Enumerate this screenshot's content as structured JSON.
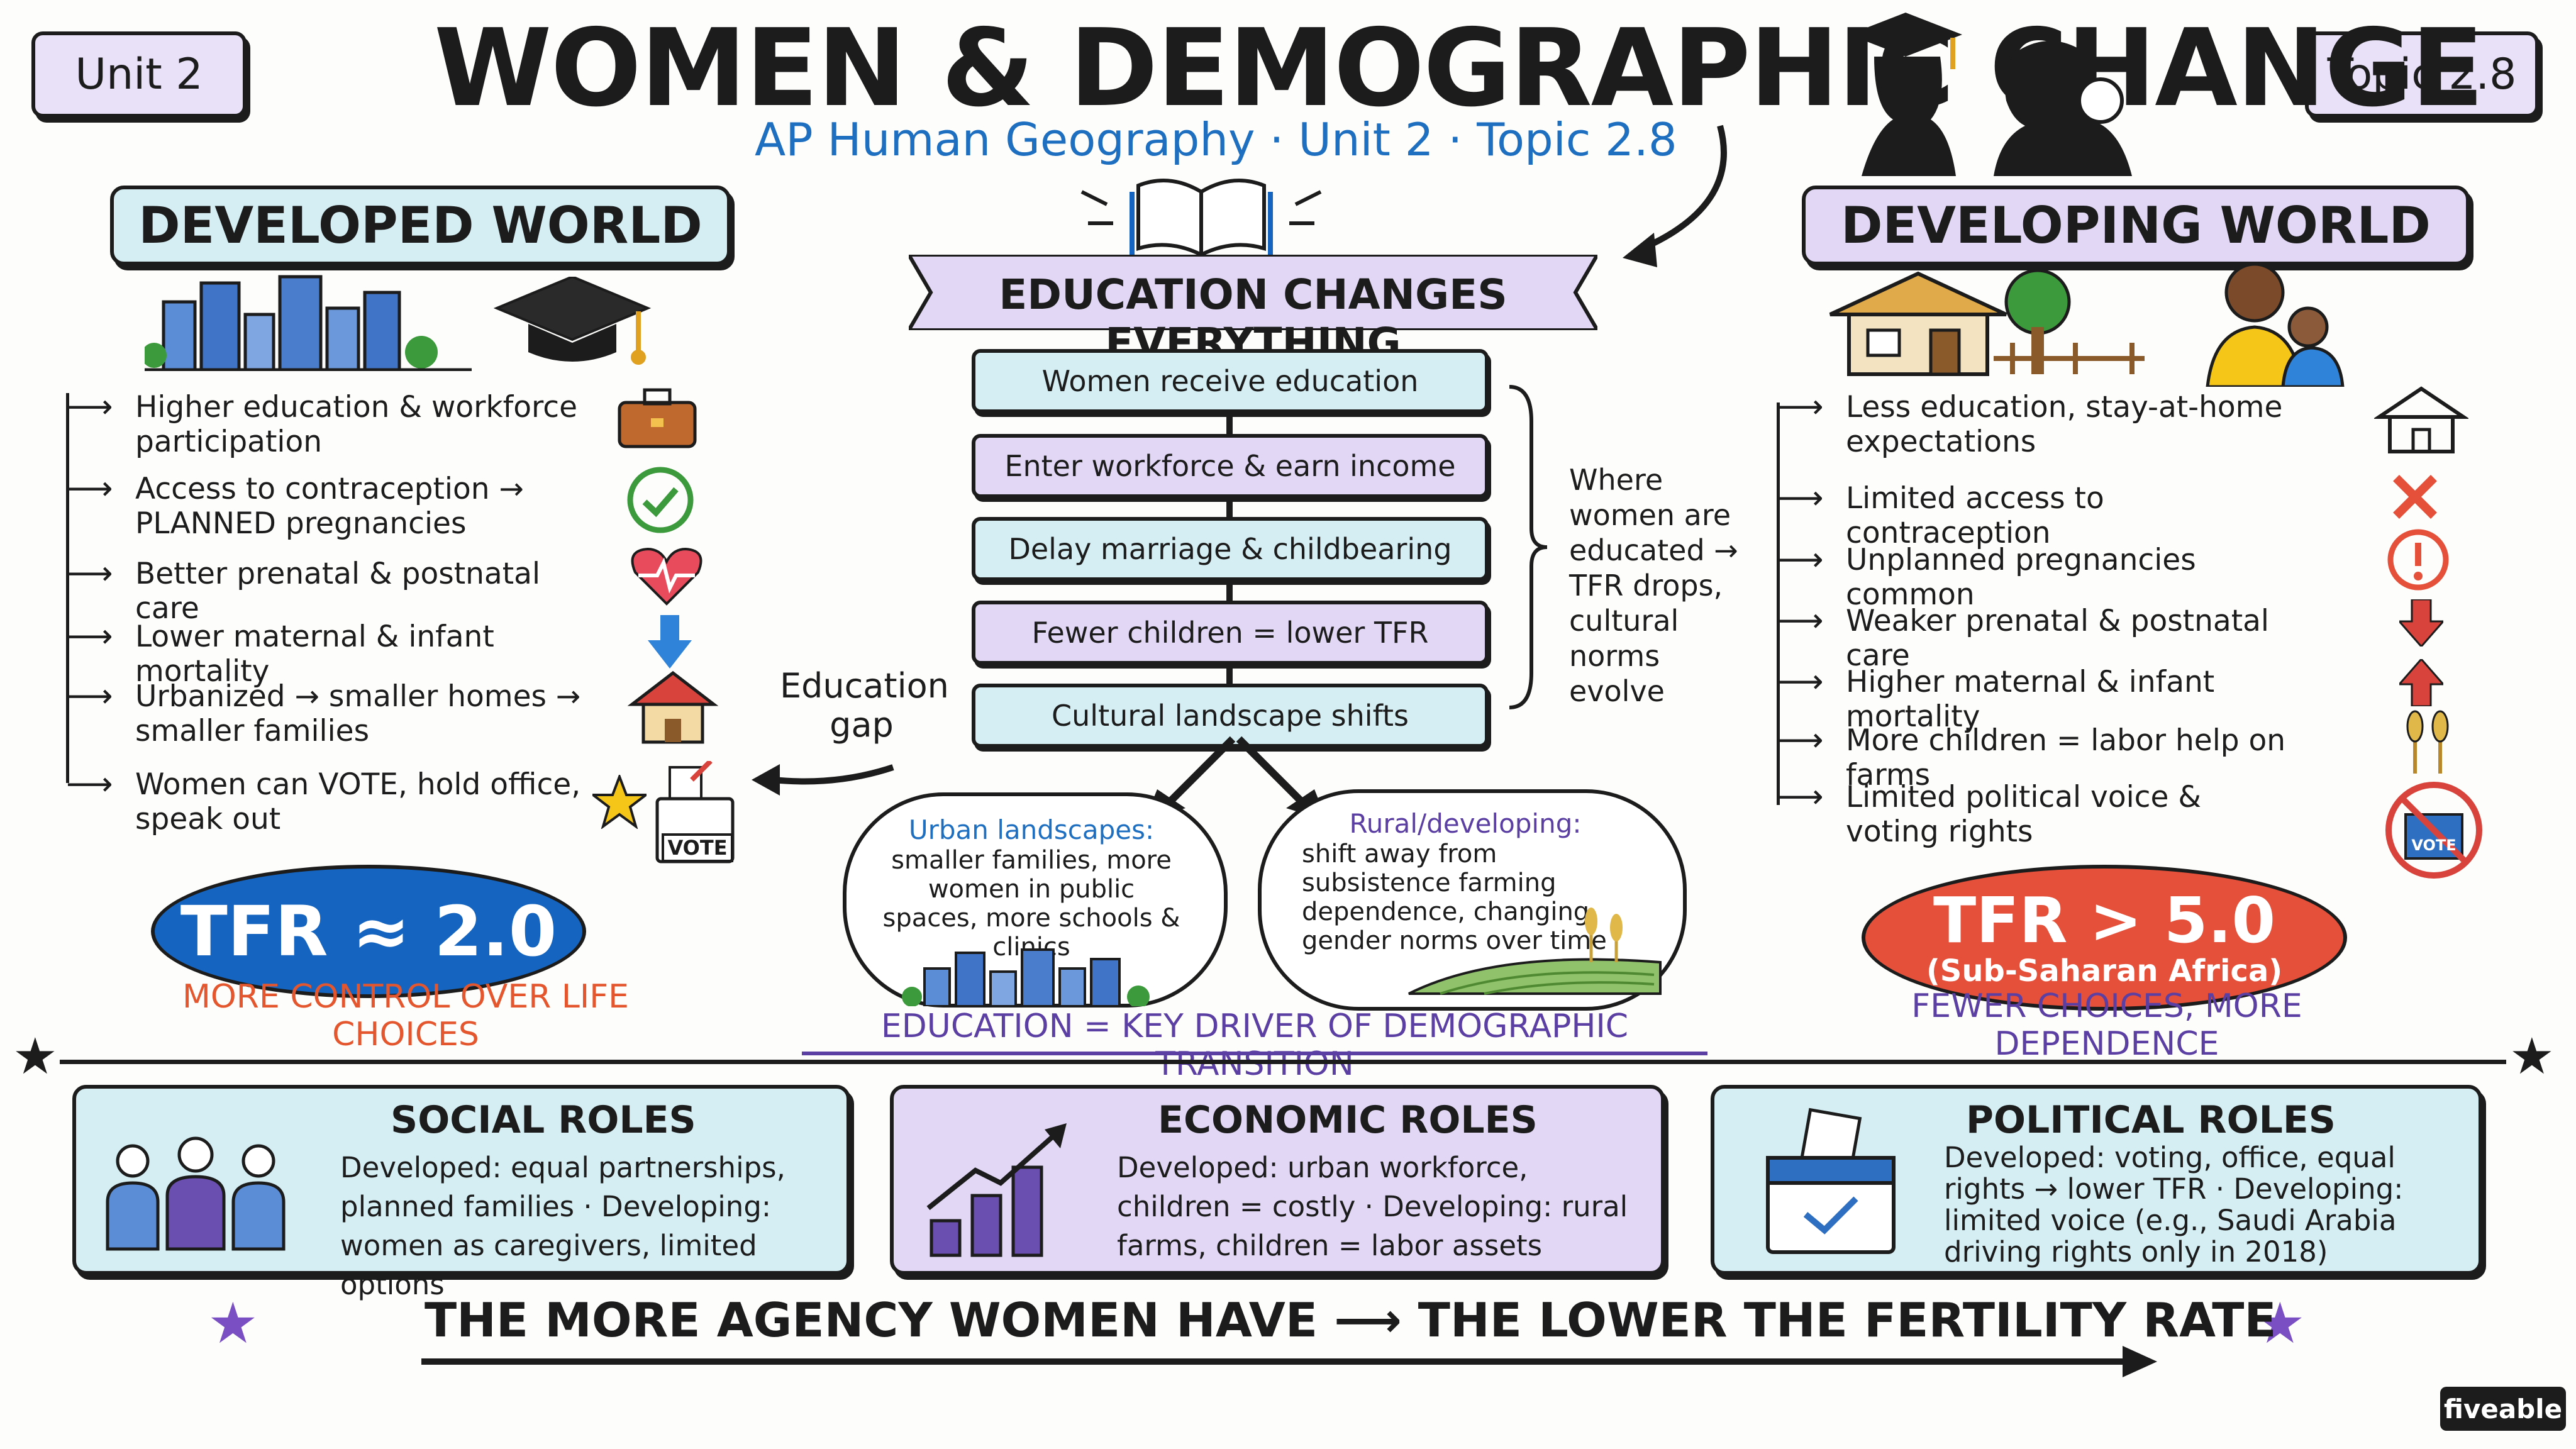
{
  "tags": {
    "left": "Unit 2",
    "right": "Topic 2.8"
  },
  "header": {
    "title": "WOMEN & DEMOGRAPHIC CHANGE",
    "subtitle": "AP Human Geography · Unit 2 · Topic 2.8"
  },
  "developed": {
    "heading": "DEVELOPED WORLD",
    "items": [
      {
        "text": "Higher education & workforce participation",
        "icon": "briefcase-icon"
      },
      {
        "text": "Access to contraception → PLANNED pregnancies",
        "icon": "check-icon"
      },
      {
        "text": "Better prenatal & postnatal care",
        "icon": "heart-icon"
      },
      {
        "text": "Lower maternal & infant mortality",
        "icon": "down-arrow-icon"
      },
      {
        "text": "Urbanized → smaller homes → smaller families",
        "icon": "house-icon"
      },
      {
        "text": "Women can VOTE, hold office, speak out",
        "icon": "ballot-box-icon"
      }
    ],
    "vote_label": "VOTE",
    "tfr": "TFR ≈ 2.0",
    "tagline": "MORE CONTROL OVER LIFE CHOICES",
    "colors": {
      "tfr_bg": "#1565c0",
      "tagline": "#e4572e"
    }
  },
  "developing": {
    "heading": "DEVELOPING WORLD",
    "items": [
      {
        "text": "Less education, stay-at-home expectations",
        "icon": "house-icon"
      },
      {
        "text": "Limited access to contraception",
        "icon": "x-icon"
      },
      {
        "text": "Unplanned pregnancies common",
        "icon": "alert-icon"
      },
      {
        "text": "Weaker prenatal & postnatal care",
        "icon": "down-arrow-icon"
      },
      {
        "text": "Higher maternal & infant mortality",
        "icon": "up-arrow-icon"
      },
      {
        "text": "More children = labor help on farms",
        "icon": "wheat-icon"
      },
      {
        "text": "Limited political voice & voting rights",
        "icon": "no-vote-icon"
      }
    ],
    "vote_label": "VOTE",
    "tfr": "TFR > 5.0",
    "tfr_sub": "(Sub-Saharan Africa)",
    "tagline": "FEWER CHOICES, MORE DEPENDENCE",
    "colors": {
      "tfr_bg": "#e4503a",
      "tagline": "#5b3fa3"
    }
  },
  "center": {
    "banner": "EDUCATION CHANGES EVERYTHING",
    "steps": [
      "Women receive education",
      "Enter workforce & earn income",
      "Delay marriage & childbearing",
      "Fewer children = lower TFR",
      "Cultural landscape shifts"
    ],
    "side_note": "Where women are educated → TFR drops, cultural norms evolve",
    "gap_label": "Education gap",
    "urban": {
      "title": "Urban landscapes:",
      "text": "smaller families, more women in public spaces, more schools & clinics"
    },
    "rural": {
      "title": "Rural/developing:",
      "text": "shift away from subsistence farming dependence, changing gender norms over time"
    },
    "key_driver": "EDUCATION = KEY DRIVER OF DEMOGRAPHIC TRANSITION"
  },
  "roles": [
    {
      "title": "SOCIAL ROLES",
      "text": "Developed: equal partnerships, planned families · Developing: women as caregivers, limited options",
      "icon": "people-icon"
    },
    {
      "title": "ECONOMIC ROLES",
      "text": "Developed: urban workforce, children = costly · Developing: rural farms, children = labor assets",
      "icon": "growth-chart-icon"
    },
    {
      "title": "POLITICAL ROLES",
      "text": "Developed: voting, office, equal rights → lower TFR · Developing: limited voice (e.g., Saudi Arabia driving rights only in 2018)",
      "icon": "ballot-box-icon"
    }
  ],
  "footer": {
    "conclusion": "THE MORE AGENCY WOMEN HAVE ⟶ THE LOWER THE FERTILITY RATE",
    "brand": "fiveable"
  }
}
